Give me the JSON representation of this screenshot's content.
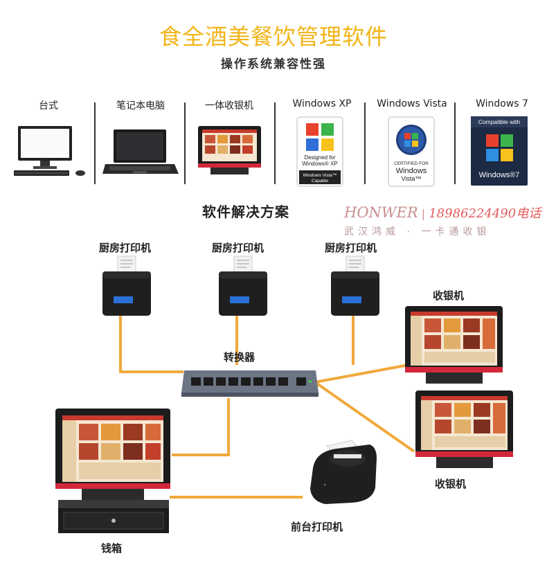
{
  "header": {
    "title": "食全酒美餐饮管理软件",
    "subtitle": "操作系统兼容性强"
  },
  "compatibility": [
    {
      "label": "台式",
      "icon": "desktop-computer-icon"
    },
    {
      "label": "笔记本电脑",
      "icon": "laptop-icon"
    },
    {
      "label": "一体收银机",
      "icon": "pos-terminal-icon"
    },
    {
      "label": "Windows XP",
      "icon": "windows-xp-badge-icon",
      "badge_lines": [
        "Designed for",
        "Windows® XP",
        "Windows Vista™",
        "Capable"
      ]
    },
    {
      "label": "Windows Vista",
      "icon": "windows-vista-badge-icon",
      "badge_lines": [
        "CERTIFIED FOR",
        "Windows",
        "Vista™"
      ]
    },
    {
      "label": "Windows 7",
      "icon": "windows-7-badge-icon",
      "badge_lines": [
        "Compatible with",
        "Windows®7"
      ]
    }
  ],
  "solution": {
    "title": "软件解决方案",
    "brand_name": "HONWER",
    "brand_phone": "18986224490电话",
    "brand_sub": "武汉鸿威 · 一卡通收银",
    "kitchen_printer_label": "厨房打印机",
    "switch_label": "转换器",
    "cashier_label": "收银机",
    "front_printer_label": "前台打印机",
    "cash_drawer_label": "钱箱"
  },
  "colors": {
    "title": "#f2b418",
    "connection_line": "#f0a93b",
    "pos_accent": "#d3283a"
  }
}
